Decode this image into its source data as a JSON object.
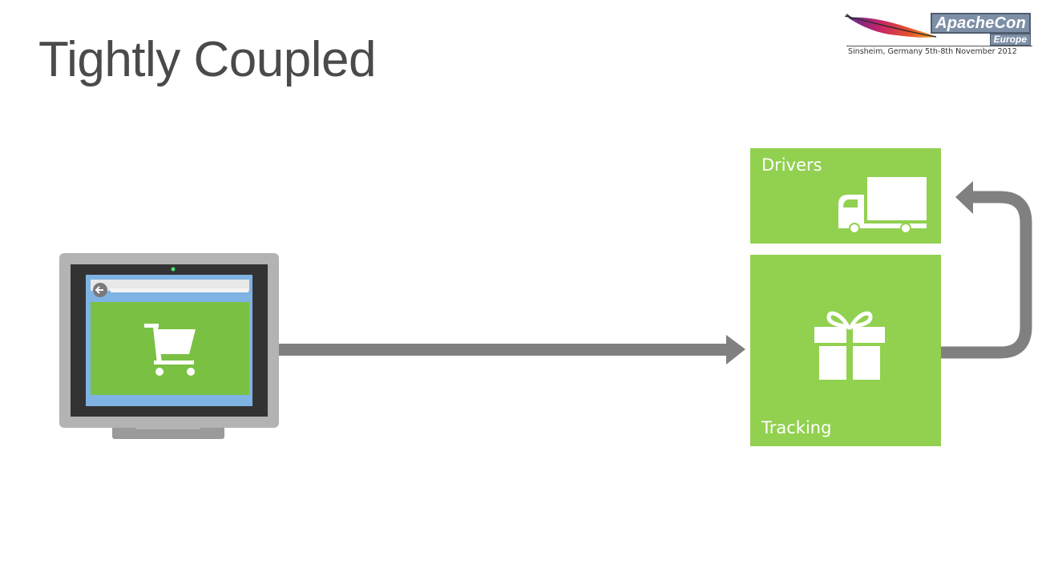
{
  "slide": {
    "title": "Tightly Coupled"
  },
  "logo": {
    "name": "ApacheCon",
    "region": "Europe",
    "tagline": "Sinsheim, Germany 5th-8th November 2012"
  },
  "tiles": {
    "drivers": {
      "label": "Drivers",
      "icon": "truck-icon",
      "color": "#92d050"
    },
    "tracking": {
      "label": "Tracking",
      "icon": "gift-icon",
      "color": "#92d050"
    }
  },
  "client": {
    "icon": "monitor-icon",
    "screen_icon": "shopping-cart-icon",
    "screen_color": "#7ac143"
  },
  "connectors": {
    "color": "#808080",
    "links": [
      "client-to-tracking",
      "tracking-to-drivers"
    ]
  }
}
